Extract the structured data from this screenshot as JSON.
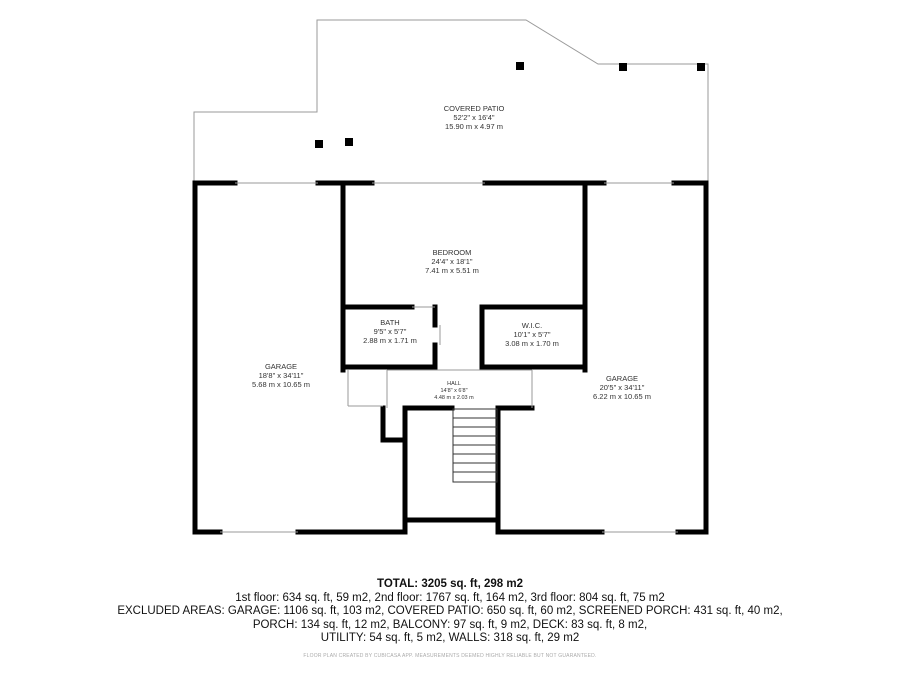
{
  "rooms": {
    "covered_patio": {
      "name": "COVERED PATIO",
      "imperial": "52'2\" x 16'4\"",
      "metric": "15.90 m x 4.97 m"
    },
    "bedroom": {
      "name": "BEDROOM",
      "imperial": "24'4\" x 18'1\"",
      "metric": "7.41 m x 5.51 m"
    },
    "bath": {
      "name": "BATH",
      "imperial": "9'5\" x 5'7\"",
      "metric": "2.88 m x 1.71 m"
    },
    "wic": {
      "name": "W.I.C.",
      "imperial": "10'1\" x 5'7\"",
      "metric": "3.08 m x 1.70 m"
    },
    "hall": {
      "name": "HALL",
      "imperial": "14'8\" x 6'8\"",
      "metric": "4.48 m x 2.03 m"
    },
    "garage_left": {
      "name": "GARAGE",
      "imperial": "18'8\" x 34'11\"",
      "metric": "5.68 m x 10.65 m"
    },
    "garage_right": {
      "name": "GARAGE",
      "imperial": "20'5\" x 34'11\"",
      "metric": "6.22 m x 10.65 m"
    }
  },
  "summary": {
    "total": "TOTAL: 3205 sq. ft, 298 m2",
    "floors": "1st floor: 634 sq. ft, 59 m2, 2nd floor: 1767 sq. ft, 164 m2, 3rd floor: 804 sq. ft, 75 m2",
    "excluded_1": "EXCLUDED AREAS: GARAGE: 1106 sq. ft, 103 m2, COVERED PATIO: 650 sq. ft, 60 m2, SCREENED PORCH: 431 sq. ft, 40 m2,",
    "excluded_2": "PORCH: 134 sq. ft, 12 m2, BALCONY: 97 sq. ft, 9 m2, DECK: 83 sq. ft, 8 m2,",
    "excluded_3": "UTILITY: 54 sq. ft, 5 m2, WALLS: 318 sq. ft, 29 m2"
  },
  "footer": "FLOOR PLAN CREATED BY CUBICASA APP. MEASUREMENTS DEEMED HIGHLY RELIABLE BUT NOT GUARANTEED.",
  "colors": {
    "wall": "#000000",
    "thin_line": "#9a9a9a",
    "background": "#ffffff"
  }
}
